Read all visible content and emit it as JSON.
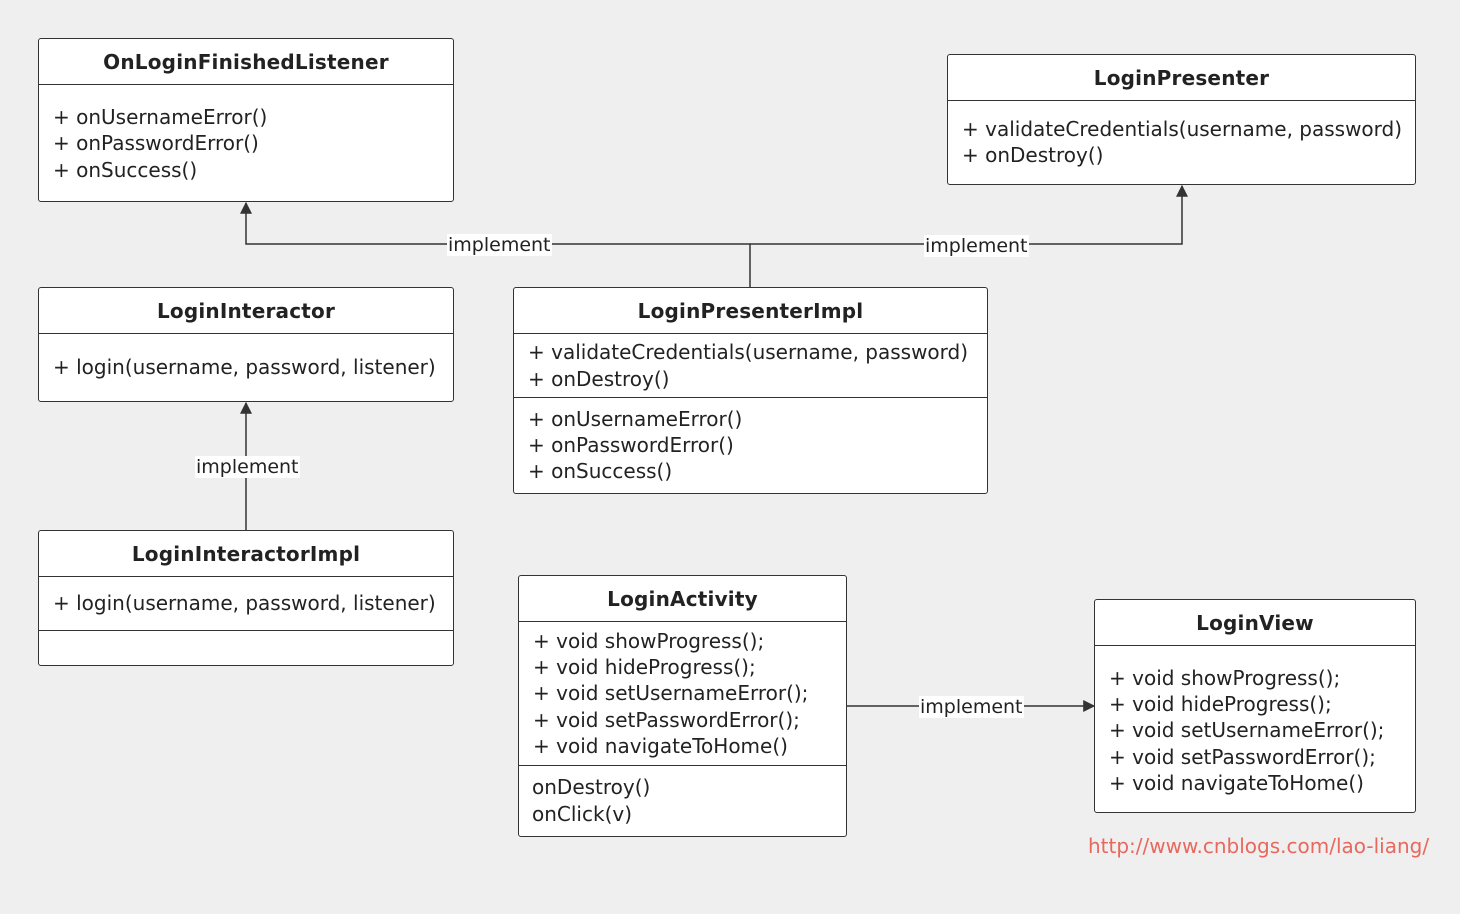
{
  "classes": {
    "on_login_finished_listener": {
      "name": "OnLoginFinishedListener",
      "members": [
        "+ onUsernameError()",
        "+ onPasswordError()",
        "+ onSuccess()"
      ]
    },
    "login_presenter": {
      "name": "LoginPresenter",
      "members": [
        "+ validateCredentials(username, password)",
        "+ onDestroy()"
      ]
    },
    "login_interactor": {
      "name": "LoginInteractor",
      "members": [
        "+ login(username, password, listener)"
      ]
    },
    "login_presenter_impl": {
      "name": "LoginPresenterImpl",
      "members": [
        "+ validateCredentials(username, password)",
        "+ onDestroy()"
      ],
      "members2": [
        "+ onUsernameError()",
        "+ onPasswordError()",
        "+ onSuccess()"
      ]
    },
    "login_interactor_impl": {
      "name": "LoginInteractorImpl",
      "members": [
        "+ login(username, password, listener)"
      ],
      "members2": []
    },
    "login_activity": {
      "name": "LoginActivity",
      "members": [
        "+ void showProgress();",
        "+ void hideProgress();",
        "+ void setUsernameError();",
        "+ void setPasswordError();",
        "+ void navigateToHome()"
      ],
      "members2": [
        "onDestroy()",
        "onClick(v)"
      ]
    },
    "login_view": {
      "name": "LoginView",
      "members": [
        "+ void showProgress();",
        "+ void hideProgress();",
        "+ void setUsernameError();",
        "+ void setPasswordError();",
        "+ void navigateToHome()"
      ]
    }
  },
  "relations": {
    "presenter_impl_to_listener": "implement",
    "presenter_impl_to_presenter": "implement",
    "interactor_impl_to_interactor": "implement",
    "activity_to_view": "implement"
  },
  "watermark": "http://www.cnblogs.com/lao-liang/",
  "colors": {
    "background": "#efefef",
    "border": "#333333",
    "watermark": "#e8685e"
  }
}
